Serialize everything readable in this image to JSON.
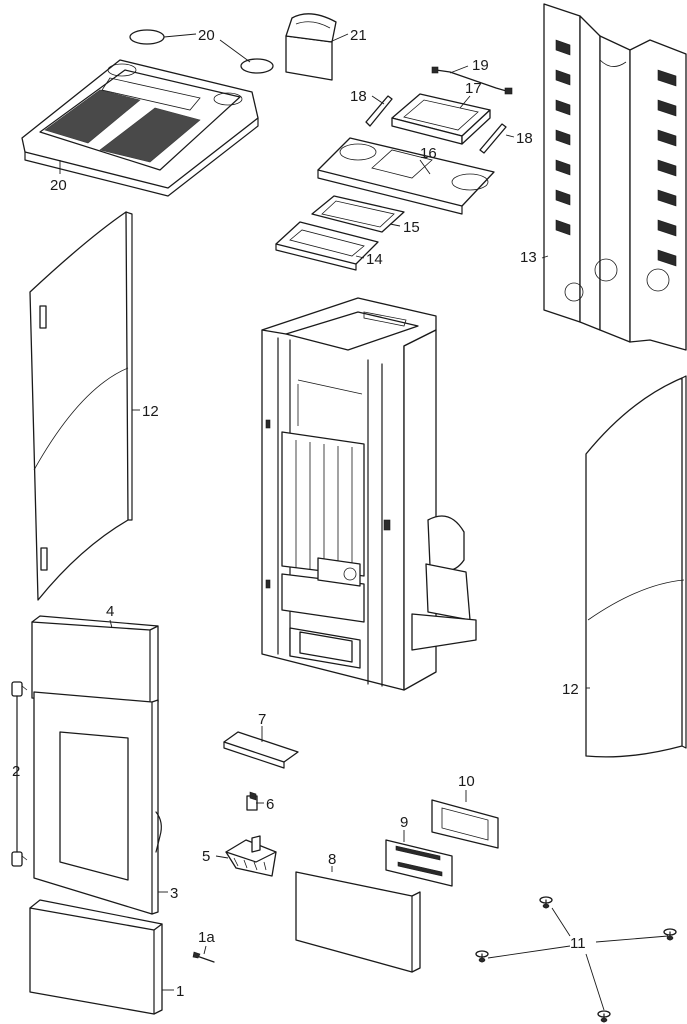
{
  "part_labels": [
    {
      "id": "20a",
      "text": "20"
    },
    {
      "id": "20b",
      "text": "20"
    },
    {
      "id": "21",
      "text": "21"
    },
    {
      "id": "19",
      "text": "19"
    },
    {
      "id": "18a",
      "text": "18"
    },
    {
      "id": "17",
      "text": "17"
    },
    {
      "id": "18b",
      "text": "18"
    },
    {
      "id": "16",
      "text": "16"
    },
    {
      "id": "15",
      "text": "15"
    },
    {
      "id": "14",
      "text": "14"
    },
    {
      "id": "13",
      "text": "13"
    },
    {
      "id": "12a",
      "text": "12"
    },
    {
      "id": "12b",
      "text": "12"
    },
    {
      "id": "4",
      "text": "4"
    },
    {
      "id": "2",
      "text": "2"
    },
    {
      "id": "3",
      "text": "3"
    },
    {
      "id": "7",
      "text": "7"
    },
    {
      "id": "6",
      "text": "6"
    },
    {
      "id": "5",
      "text": "5"
    },
    {
      "id": "10",
      "text": "10"
    },
    {
      "id": "9",
      "text": "9"
    },
    {
      "id": "8",
      "text": "8"
    },
    {
      "id": "1a",
      "text": "1a"
    },
    {
      "id": "1",
      "text": "1"
    },
    {
      "id": "11",
      "text": "11"
    }
  ]
}
